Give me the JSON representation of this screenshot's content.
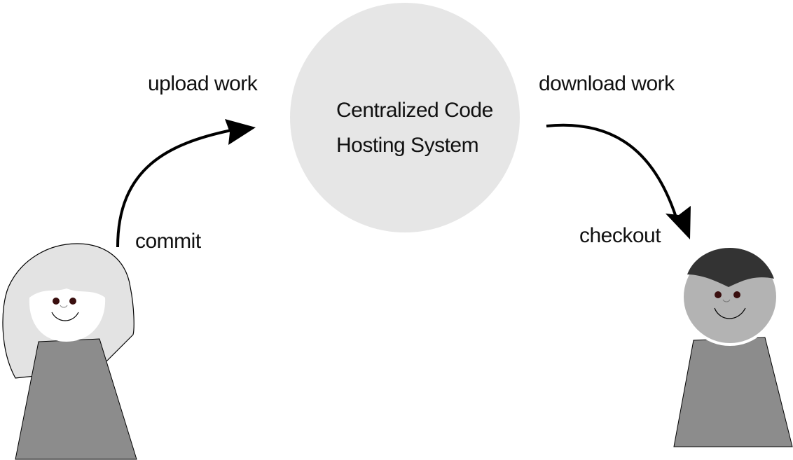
{
  "hub": {
    "line1": "Centralized Code",
    "line2": "Hosting System"
  },
  "labels": {
    "upload": "upload work",
    "download": "download work",
    "commit": "commit",
    "checkout": "checkout"
  },
  "colors": {
    "hub_fill": "#e6e6e6",
    "hair_light": "#e3e3e3",
    "body_gray": "#8c8c8c",
    "head_gray": "#b3b3b3",
    "cap_dark": "#333333",
    "eyes": "#3a0f0f",
    "stroke": "#000000"
  }
}
